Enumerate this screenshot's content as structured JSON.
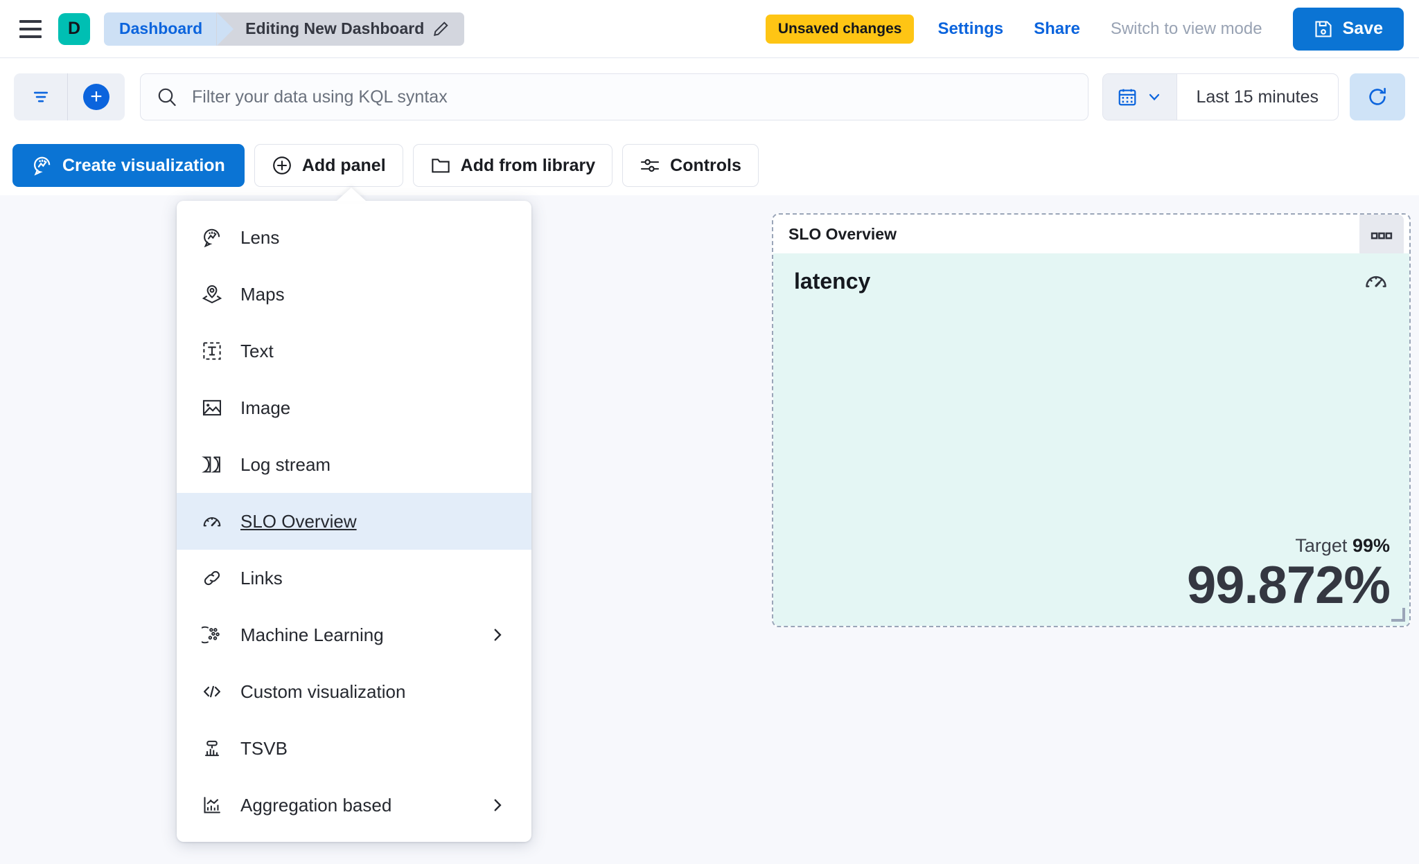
{
  "header": {
    "menu_icon": "hamburger-icon",
    "avatar_letter": "D",
    "avatar_color": "#00BFB3",
    "breadcrumbs": [
      {
        "label": "Dashboard",
        "color": "#0B64DD",
        "bg": "#CDE0F5"
      },
      {
        "label": "Editing New Dashboard",
        "color": "#343741",
        "bg": "#D3D6DE",
        "icon": "pencil-icon"
      }
    ],
    "unsaved_badge": "Unsaved changes",
    "unsaved_badge_color": "#FEC514",
    "links": [
      {
        "label": "Settings",
        "muted": false
      },
      {
        "label": "Share",
        "muted": false
      },
      {
        "label": "Switch to view mode",
        "muted": true
      }
    ],
    "save_label": "Save",
    "save_icon": "floppy-disk-icon",
    "save_color": "#0B74D4"
  },
  "querybar": {
    "filter_icon": "filter-icon",
    "add_filter_icon": "plus-circle-icon",
    "search_icon": "search-icon",
    "search_value": "",
    "search_placeholder": "Filter your data using KQL syntax",
    "calendar_icon": "calendar-icon",
    "chevron_icon": "chevron-down-icon",
    "date_range": "Last 15 minutes",
    "refresh_icon": "refresh-icon",
    "refresh_bg": "#CFE3F7"
  },
  "toolbar": {
    "buttons": [
      {
        "label": "Create visualization",
        "icon": "lens-icon",
        "primary": true
      },
      {
        "label": "Add panel",
        "icon": "plus-in-circle-icon",
        "primary": false
      },
      {
        "label": "Add from library",
        "icon": "folder-icon",
        "primary": false
      },
      {
        "label": "Controls",
        "icon": "sliders-icon",
        "primary": false
      }
    ]
  },
  "add_panel_menu": {
    "items": [
      {
        "label": "Lens",
        "icon": "lens-icon",
        "active": false,
        "submenu": false
      },
      {
        "label": "Maps",
        "icon": "map-marker-layers-icon",
        "active": false,
        "submenu": false
      },
      {
        "label": "Text",
        "icon": "text-box-icon",
        "active": false,
        "submenu": false
      },
      {
        "label": "Image",
        "icon": "image-icon",
        "active": false,
        "submenu": false
      },
      {
        "label": "Log stream",
        "icon": "log-stream-icon",
        "active": false,
        "submenu": false
      },
      {
        "label": "SLO Overview",
        "icon": "gauge-icon",
        "active": true,
        "submenu": false
      },
      {
        "label": "Links",
        "icon": "link-icon",
        "active": false,
        "submenu": false
      },
      {
        "label": "Machine Learning",
        "icon": "machine-learning-icon",
        "active": false,
        "submenu": true
      },
      {
        "label": "Custom visualization",
        "icon": "code-icon",
        "active": false,
        "submenu": false
      },
      {
        "label": "TSVB",
        "icon": "tsvb-icon",
        "active": false,
        "submenu": false
      },
      {
        "label": "Aggregation based",
        "icon": "aggregation-icon",
        "active": false,
        "submenu": true
      }
    ]
  },
  "slo_panel": {
    "panel_title": "SLO Overview",
    "context_menu_icon": "panel-context-menu-icon",
    "slo_name": "latency",
    "slo_icon": "gauge-icon",
    "target_label": "Target",
    "target_value": "99%",
    "current_value": "99.872%",
    "body_bg": "#E4F6F4",
    "border_style": "dashed"
  }
}
